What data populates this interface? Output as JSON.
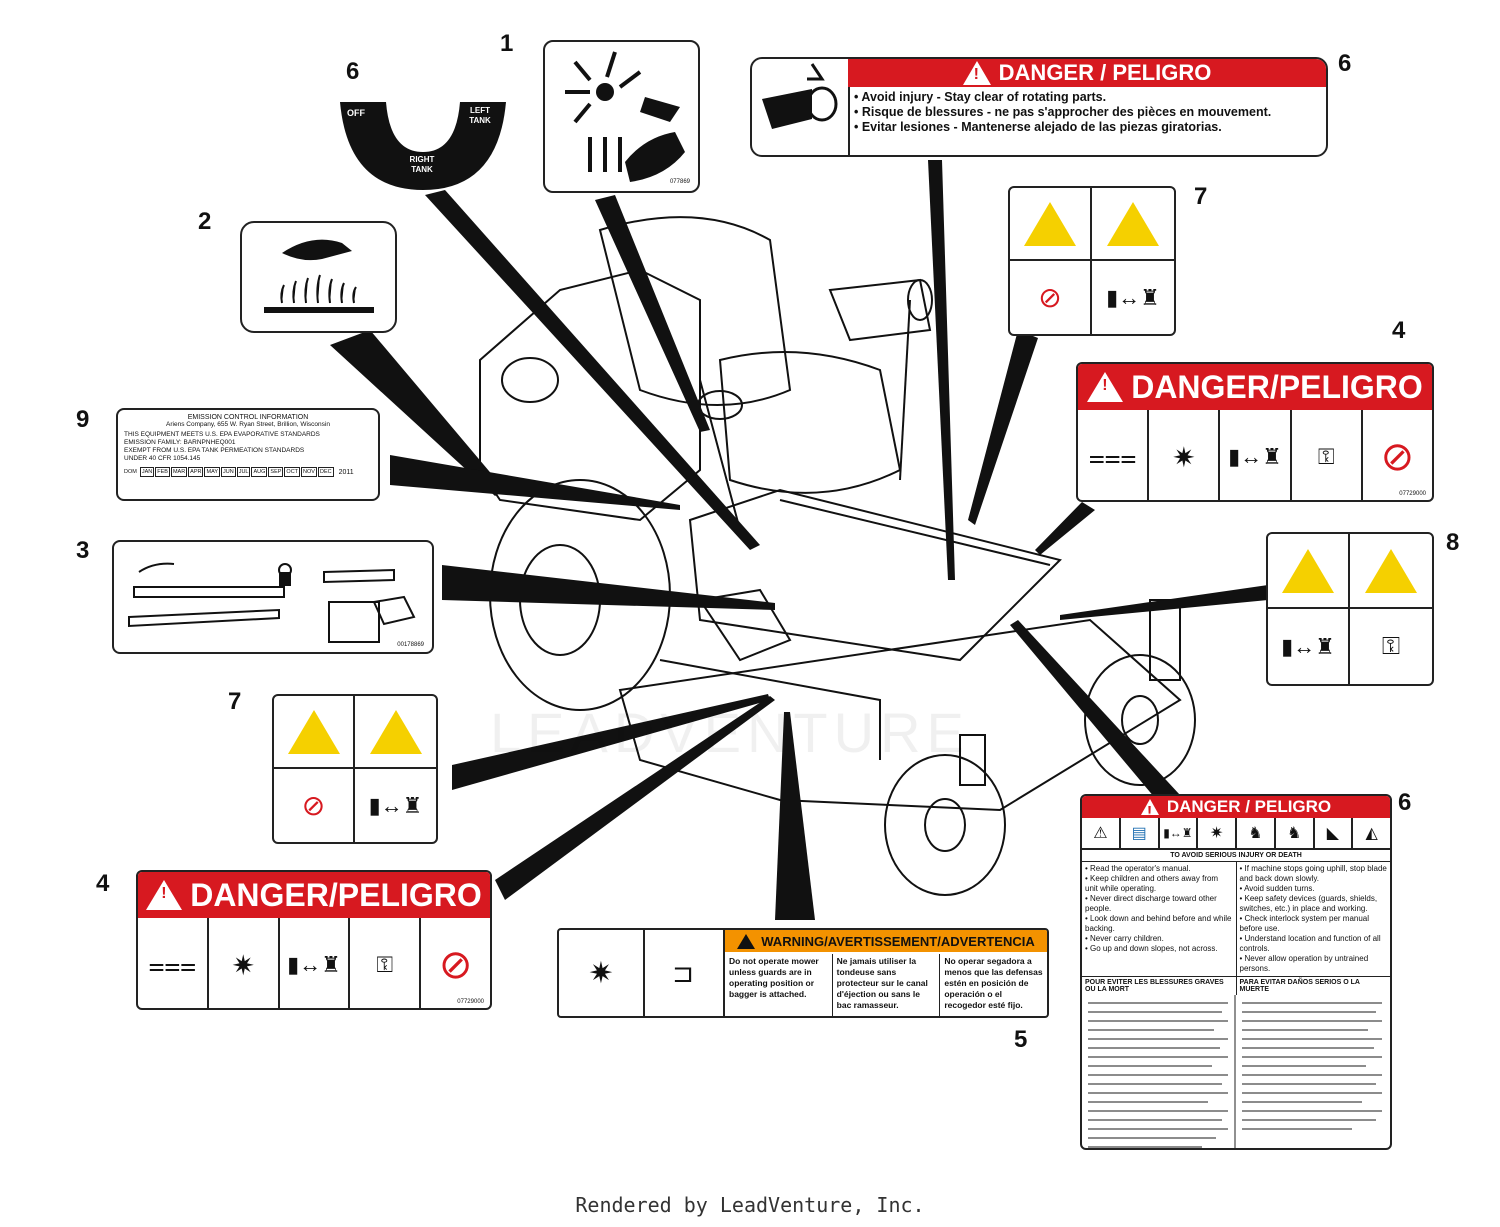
{
  "footer_text": "Rendered by LeadVenture, Inc.",
  "watermark_text": "LEADVENTURE",
  "callouts": {
    "c1": "1",
    "c2": "2",
    "c3": "3",
    "c4a": "4",
    "c4b": "4",
    "c5": "5",
    "c6a": "6",
    "c6b": "6",
    "c6c": "6",
    "c7a": "7",
    "c7b": "7",
    "c8": "8",
    "c9": "9"
  },
  "fuel_selector": {
    "off": "OFF",
    "left": "LEFT TANK",
    "right": "RIGHT TANK"
  },
  "decal_numbers": {
    "d1": "077869",
    "d3": "00178869",
    "d4a": "07729000",
    "d4b": "07729000"
  },
  "danger_rotating": {
    "title": "DANGER / PELIGRO",
    "lines": [
      "• Avoid injury - Stay clear of rotating parts.",
      "• Risque de blessures - ne pas s'approcher des pièces en mouvement.",
      "• Evitar lesiones - Mantenerse alejado de las piezas giratorias."
    ]
  },
  "danger_large": {
    "title": "DANGER/PELIGRO"
  },
  "danger_main": {
    "title": "DANGER / PELIGRO",
    "subtitle": "TO AVOID SERIOUS INJURY OR DEATH",
    "col_fr": "POUR EVITER LES BLESSURES GRAVES OU LA MORT",
    "col_es": "PARA EVITAR DAÑOS SERIOS O LA MUERTE",
    "en_left": [
      "• Read the operator's manual.",
      "• Keep children and others away from unit while operating.",
      "• Never direct discharge toward other people.",
      "• Look down and behind before and while backing.",
      "• Never carry children.",
      "• Go up and down slopes, not across."
    ],
    "en_right": [
      "• If machine stops going uphill, stop blade and back down slowly.",
      "• Avoid sudden turns.",
      "• Keep safety devices (guards, shields, switches, etc.) in place and working.",
      "• Check interlock system per manual before use.",
      "• Understand location and function of all controls.",
      "• Never allow operation by untrained persons."
    ]
  },
  "warning_discharge": {
    "title": "WARNING/AVERTISSEMENT/ADVERTENCIA",
    "en": "Do not operate mower unless guards are in operating position or bagger is attached.",
    "fr": "Ne jamais utiliser la tondeuse sans protecteur sur le canal d'éjection ou sans le bac ramasseur.",
    "es": "No operar segadora a menos que las defensas estén en posición de operación o el recogedor esté fijo."
  },
  "emission": {
    "title": "EMISSION CONTROL INFORMATION",
    "company": "Ariens Company, 655 W. Ryan Street, Brillion, Wisconsin",
    "line1": "THIS EQUIPMENT MEETS U.S. EPA EVAPORATIVE STANDARDS",
    "line2": "EMISSION FAMILY: BARNPNHEQ001",
    "line3": "EXEMPT FROM U.S. EPA TANK PERMEATION STANDARDS",
    "line4": "UNDER 40 CFR 1054.145",
    "dom": "DOM",
    "months": [
      "JAN",
      "FEB",
      "MAR",
      "APR",
      "MAY",
      "JUN",
      "JUL",
      "AUG",
      "SEP",
      "OCT",
      "NOV",
      "DEC"
    ],
    "year": "2011"
  }
}
